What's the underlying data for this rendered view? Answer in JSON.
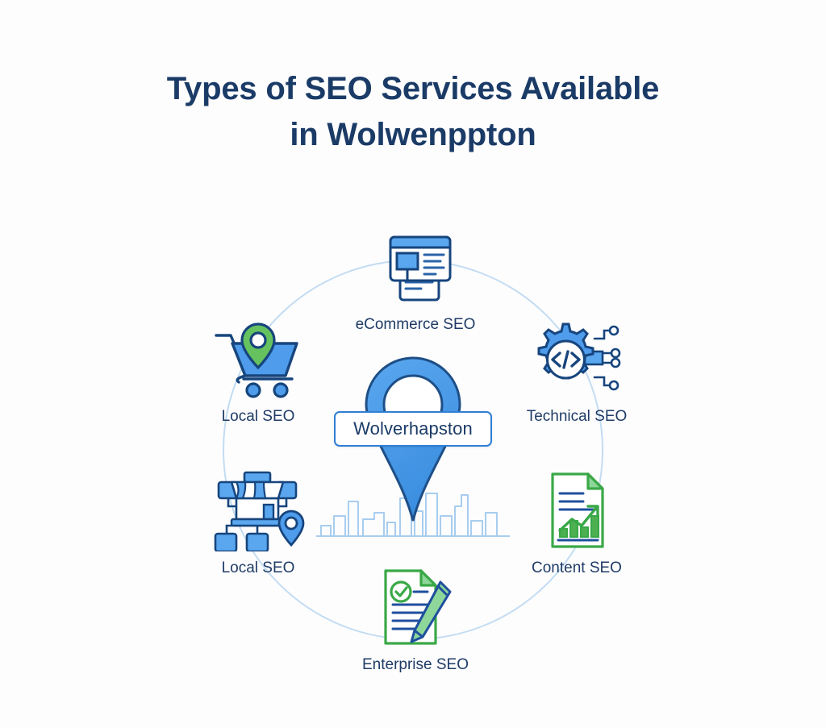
{
  "page": {
    "background_color": "#fdfdfe",
    "navy": "#1b3b67",
    "blue": "#3d92e5",
    "light_blue_ring": "#c3dcf2",
    "green": "#49b858"
  },
  "title": {
    "line1": "Types of SEO Services Available",
    "line2": "in Wolwenppton",
    "color": "#1b3b67"
  },
  "center": {
    "pin_icon": "map-pin-icon",
    "city_label": "Wolverhapston",
    "skyline_icon": "city-skyline-icon"
  },
  "nodes": [
    {
      "id": "ecommerce",
      "label": "eCommerce SEO",
      "icon": "browser-window-icon",
      "accent": "#3d92e5"
    },
    {
      "id": "technical",
      "label": "Technical SEO",
      "icon": "gear-code-icon",
      "accent": "#3d92e5"
    },
    {
      "id": "content",
      "label": "Content SEO",
      "icon": "document-chart-icon",
      "accent": "#49b858"
    },
    {
      "id": "enterprise",
      "label": "Enterprise SEO",
      "icon": "document-pencil-icon",
      "accent": "#49b858"
    },
    {
      "id": "localnet",
      "label": "Local SEO",
      "icon": "storefront-network-icon",
      "accent": "#3d92e5"
    },
    {
      "id": "localcart",
      "label": "Local SEO",
      "icon": "shopping-cart-pin-icon",
      "accent": "#3d92e5"
    }
  ]
}
